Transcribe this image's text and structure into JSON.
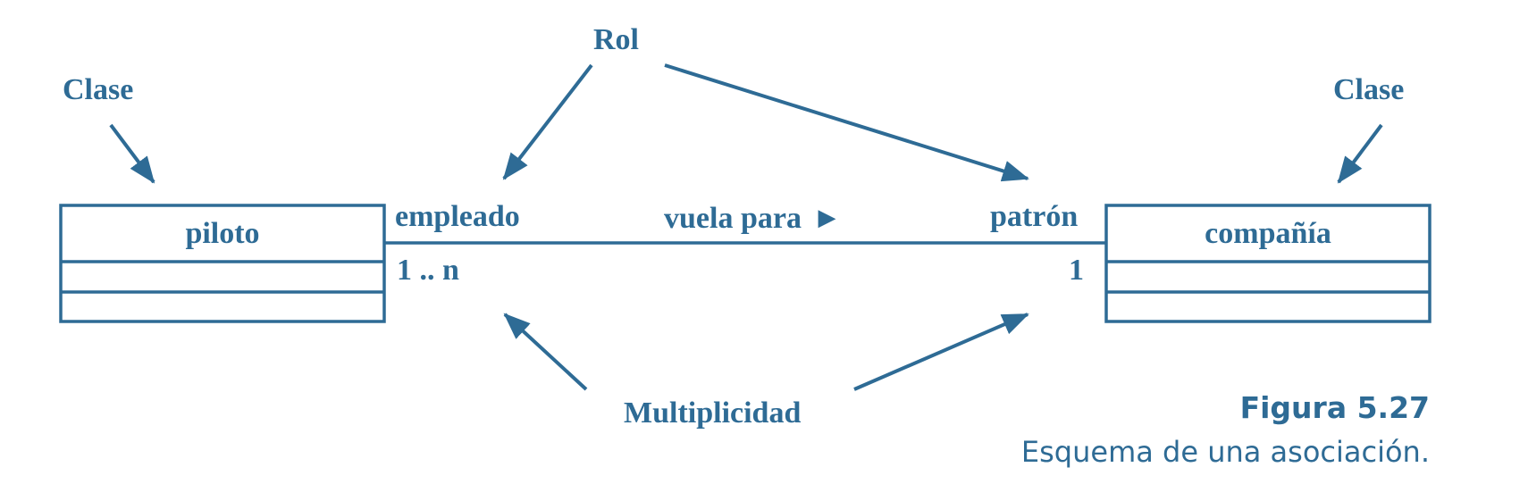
{
  "diagram": {
    "annotations": {
      "rol": "Rol",
      "clase_left": "Clase",
      "clase_right": "Clase",
      "multiplicidad": "Multiplicidad"
    },
    "classes": [
      {
        "name": "piloto"
      },
      {
        "name": "compañía"
      }
    ],
    "association": {
      "name": "vuela para",
      "direction_glyph": "▶",
      "role_left": "empleado",
      "role_right": "patrón",
      "multiplicity_left": "1 .. n",
      "multiplicity_right": "1"
    },
    "caption": {
      "title": "Figura 5.27",
      "text": "Esquema de una asociación."
    },
    "colors": {
      "ink": "#2e6b95",
      "background": "#ffffff"
    }
  }
}
